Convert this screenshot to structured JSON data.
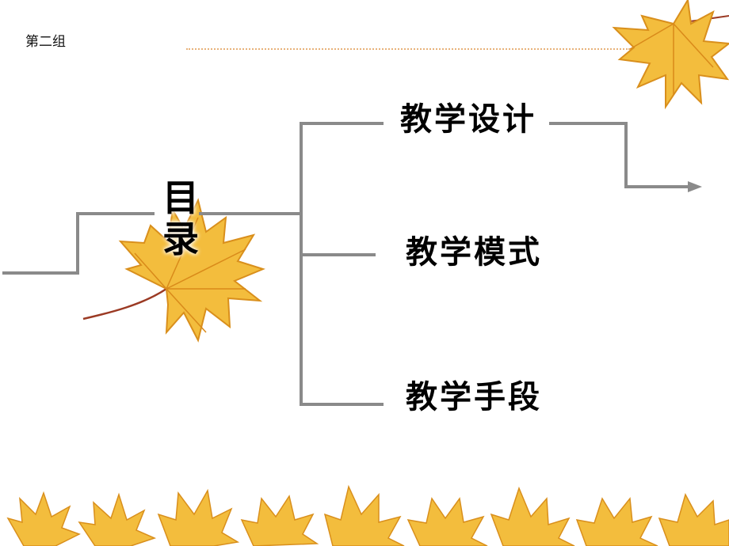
{
  "header": {
    "group_label": "第二组"
  },
  "toc": {
    "title": "目录"
  },
  "menu": {
    "items": [
      {
        "label": "教学设计"
      },
      {
        "label": "教学模式"
      },
      {
        "label": "教学手段"
      }
    ]
  },
  "colors": {
    "line": "#8a8a8a",
    "leaf_light": "#f6c64a",
    "leaf_dark": "#e49a1e",
    "dotted_rule": "#e8b27a"
  },
  "icons": {
    "decoration": "maple-leaf-icon",
    "arrow": "arrow-right-icon"
  }
}
